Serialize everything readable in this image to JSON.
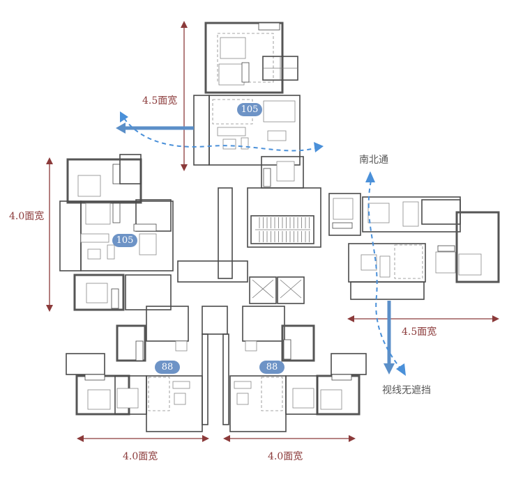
{
  "diagram": {
    "type": "residential floor plan",
    "colors": {
      "dimension": "#8b3a3a",
      "sightline": "#5b8fc8",
      "airflow": "#4a90d9",
      "badge": "#6d93c6",
      "walls": "#4a4a4a"
    },
    "units": [
      {
        "id": "north",
        "area_badge": "105"
      },
      {
        "id": "west",
        "area_badge": "105"
      },
      {
        "id": "southwest",
        "area_badge": "88"
      },
      {
        "id": "southeast",
        "area_badge": "88"
      },
      {
        "id": "east",
        "area_badge": ""
      }
    ],
    "dimensions": {
      "north": "4.5面宽",
      "west": "4.0面宽",
      "east": "4.5面宽",
      "southwest": "4.0面宽",
      "southeast": "4.0面宽"
    },
    "annotations": {
      "ventilation": "南北通",
      "view": "视线无遮挡"
    }
  }
}
